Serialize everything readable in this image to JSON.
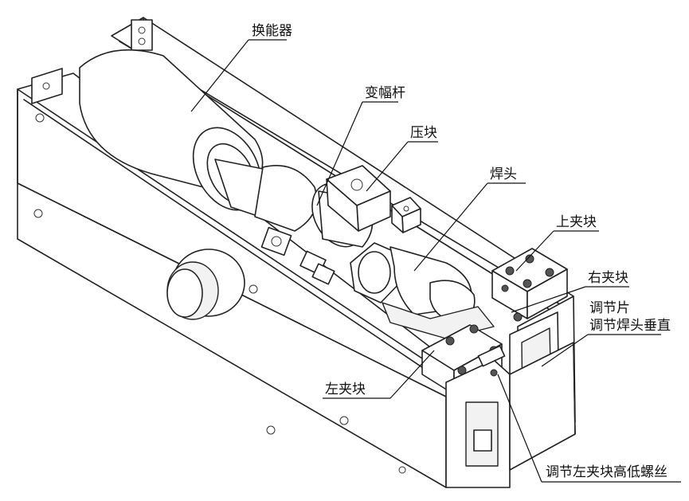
{
  "labels": {
    "transducer": "换能器",
    "horn": "变幅杆",
    "press_block": "压块",
    "welding_head": "焊头",
    "upper_clamp": "上夹块",
    "right_clamp": "右夹块",
    "adjust_plate": "调节片",
    "adjust_vertical": "调节焊头垂直",
    "left_clamp": "左夹块",
    "adjust_screw": "调节左夹块高低螺丝"
  }
}
